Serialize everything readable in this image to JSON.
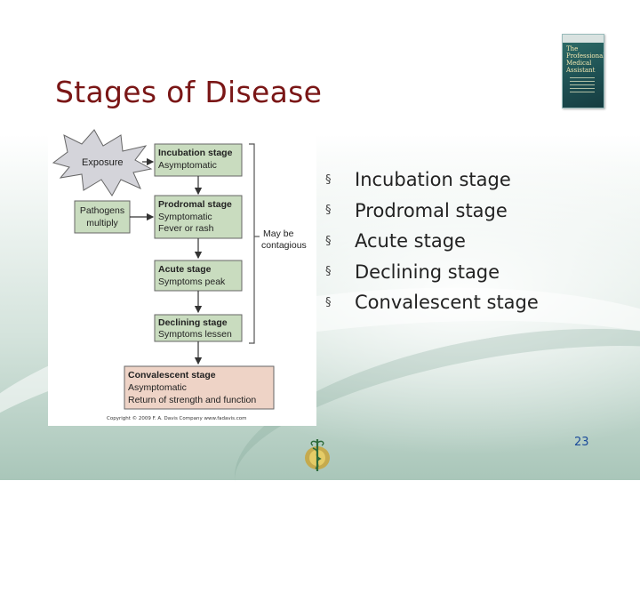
{
  "slide": {
    "title": "Stages of Disease",
    "page_number": "23",
    "bullets": [
      "Incubation stage",
      "Prodromal stage",
      "Acute stage",
      "Declining stage",
      "Convalescent stage"
    ]
  },
  "book_cover": {
    "title_text": "The Professional Medical Assistant"
  },
  "figure": {
    "exposure_label": "Exposure",
    "pathogens_label": "Pathogens multiply",
    "contagious_label": "May be contagious",
    "stages": [
      {
        "name": "Incubation stage",
        "desc": [
          "Asymptomatic"
        ]
      },
      {
        "name": "Prodromal stage",
        "desc": [
          "Symptomatic",
          "Fever or rash"
        ]
      },
      {
        "name": "Acute stage",
        "desc": [
          "Symptoms peak"
        ]
      },
      {
        "name": "Declining stage",
        "desc": [
          "Symptoms lessen"
        ]
      },
      {
        "name": "Convalescent stage",
        "desc": [
          "Asymptomatic",
          "Return of strength and function"
        ]
      }
    ],
    "copyright": "Copyright © 2009  F. A. Davis Company  www.fadavis.com"
  }
}
